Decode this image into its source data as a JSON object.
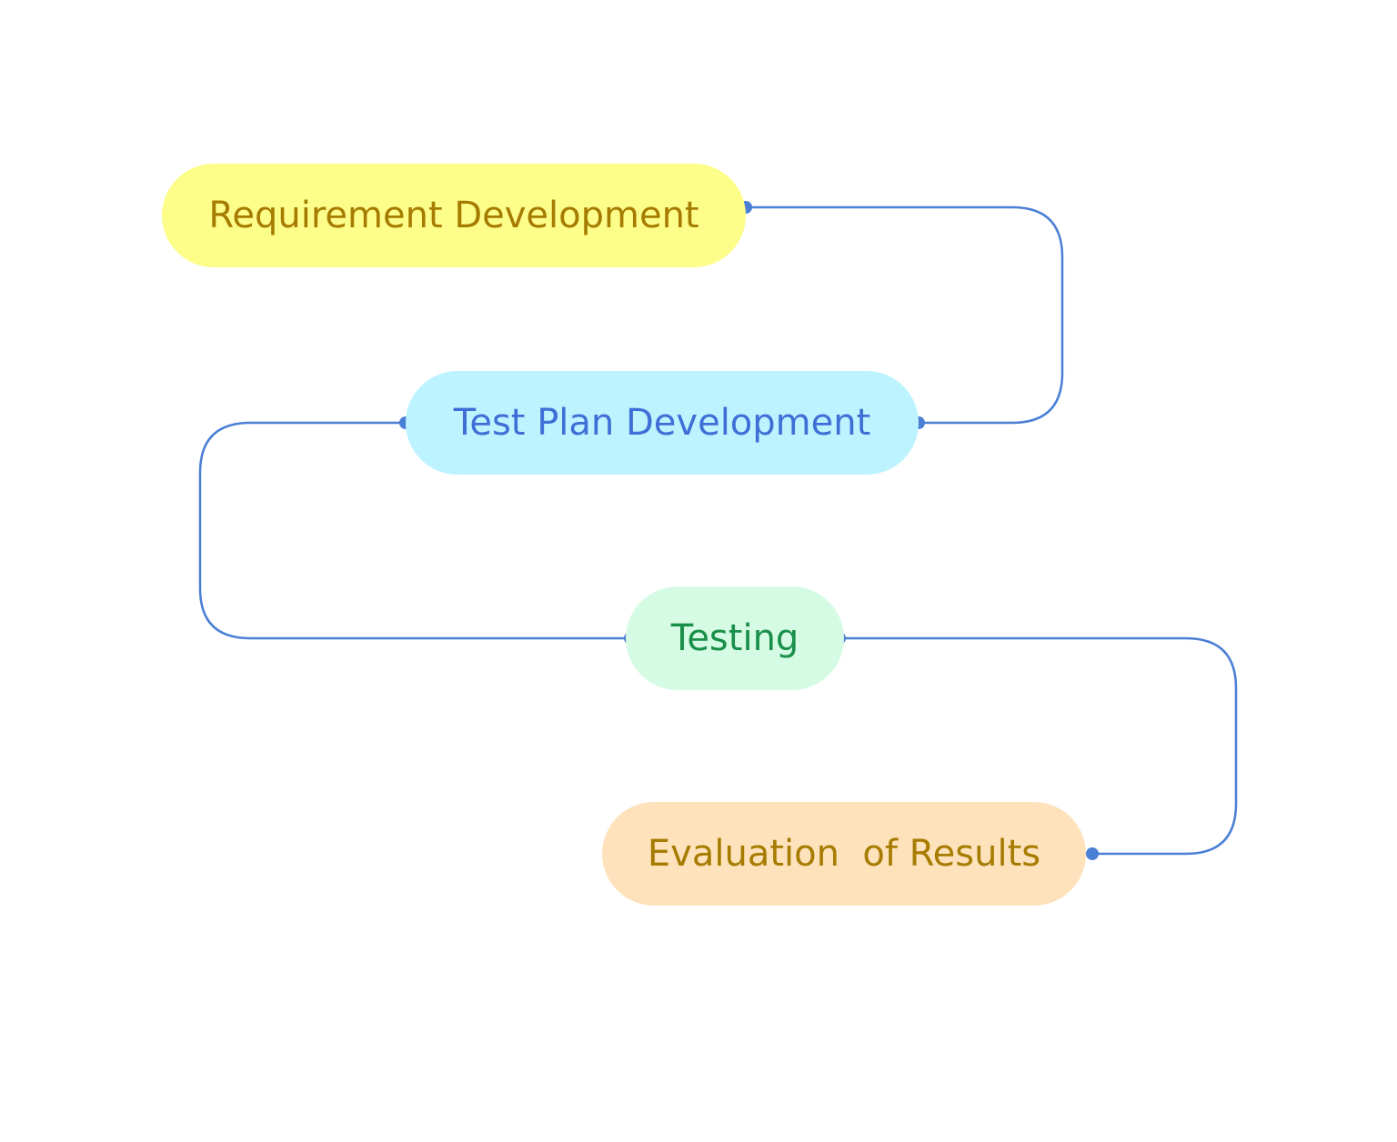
{
  "diagram": {
    "nodes": [
      {
        "id": "requirement-development",
        "label": "Requirement Development",
        "fill": "#FDFD8A",
        "text_color": "#A67C00"
      },
      {
        "id": "test-plan-development",
        "label": "Test Plan Development",
        "fill": "#BDF3FF",
        "text_color": "#3F6FD6"
      },
      {
        "id": "testing",
        "label": "Testing",
        "fill": "#D6FBE5",
        "text_color": "#1A8F4A"
      },
      {
        "id": "evaluation-of-results",
        "label": "Evaluation  of Results",
        "fill": "#FDE2BC",
        "text_color": "#A67C00"
      }
    ],
    "edges": [
      {
        "from": "requirement-development",
        "to": "test-plan-development"
      },
      {
        "from": "test-plan-development",
        "to": "testing"
      },
      {
        "from": "testing",
        "to": "evaluation-of-results"
      }
    ],
    "connector_color": "#4A7FD6"
  }
}
